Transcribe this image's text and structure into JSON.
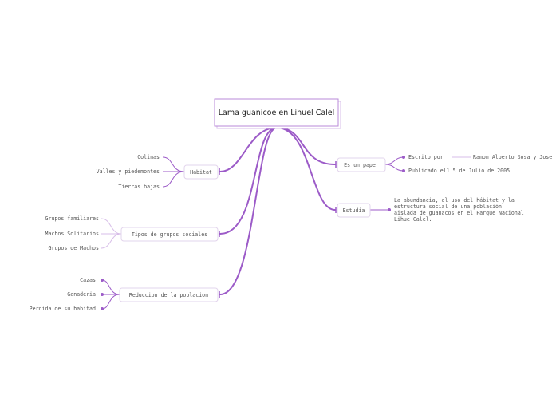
{
  "colors": {
    "accent": "#9c5bc8",
    "light_accent": "#d7bde8",
    "node_border": "#e2d4ec",
    "leaf_text": "#555555",
    "title_text": "#222222"
  },
  "central": {
    "title": "Lama guanicoe en Lihuel Calel"
  },
  "branches": {
    "habitat": {
      "label": "Habitat",
      "children": [
        "Colinas",
        "Valles y piedemontes",
        "Tierras bajas"
      ]
    },
    "grupos": {
      "label": "Tipos de grupos sociales",
      "children": [
        "Grupos familiares",
        "Machos Solitarios",
        "Grupos de Machos"
      ]
    },
    "reduccion": {
      "label": "Reduccion de la poblacion",
      "children": [
        "Cazas",
        "Ganaderia",
        "Perdida de su habitad"
      ]
    },
    "paper": {
      "label": "Es un paper",
      "children": [
        "Escrito por",
        "Publicado el1 5 de Julio de 2005"
      ],
      "author": "Ramon Alberto Sosa y Jose"
    },
    "estudia": {
      "label": "Estudia",
      "description": [
        "La abundancia, el uso del hábitat y la",
        "estructura social de una población",
        "aislada de guanacos en el Parque Nacional",
        "Lihue Calel."
      ]
    }
  }
}
